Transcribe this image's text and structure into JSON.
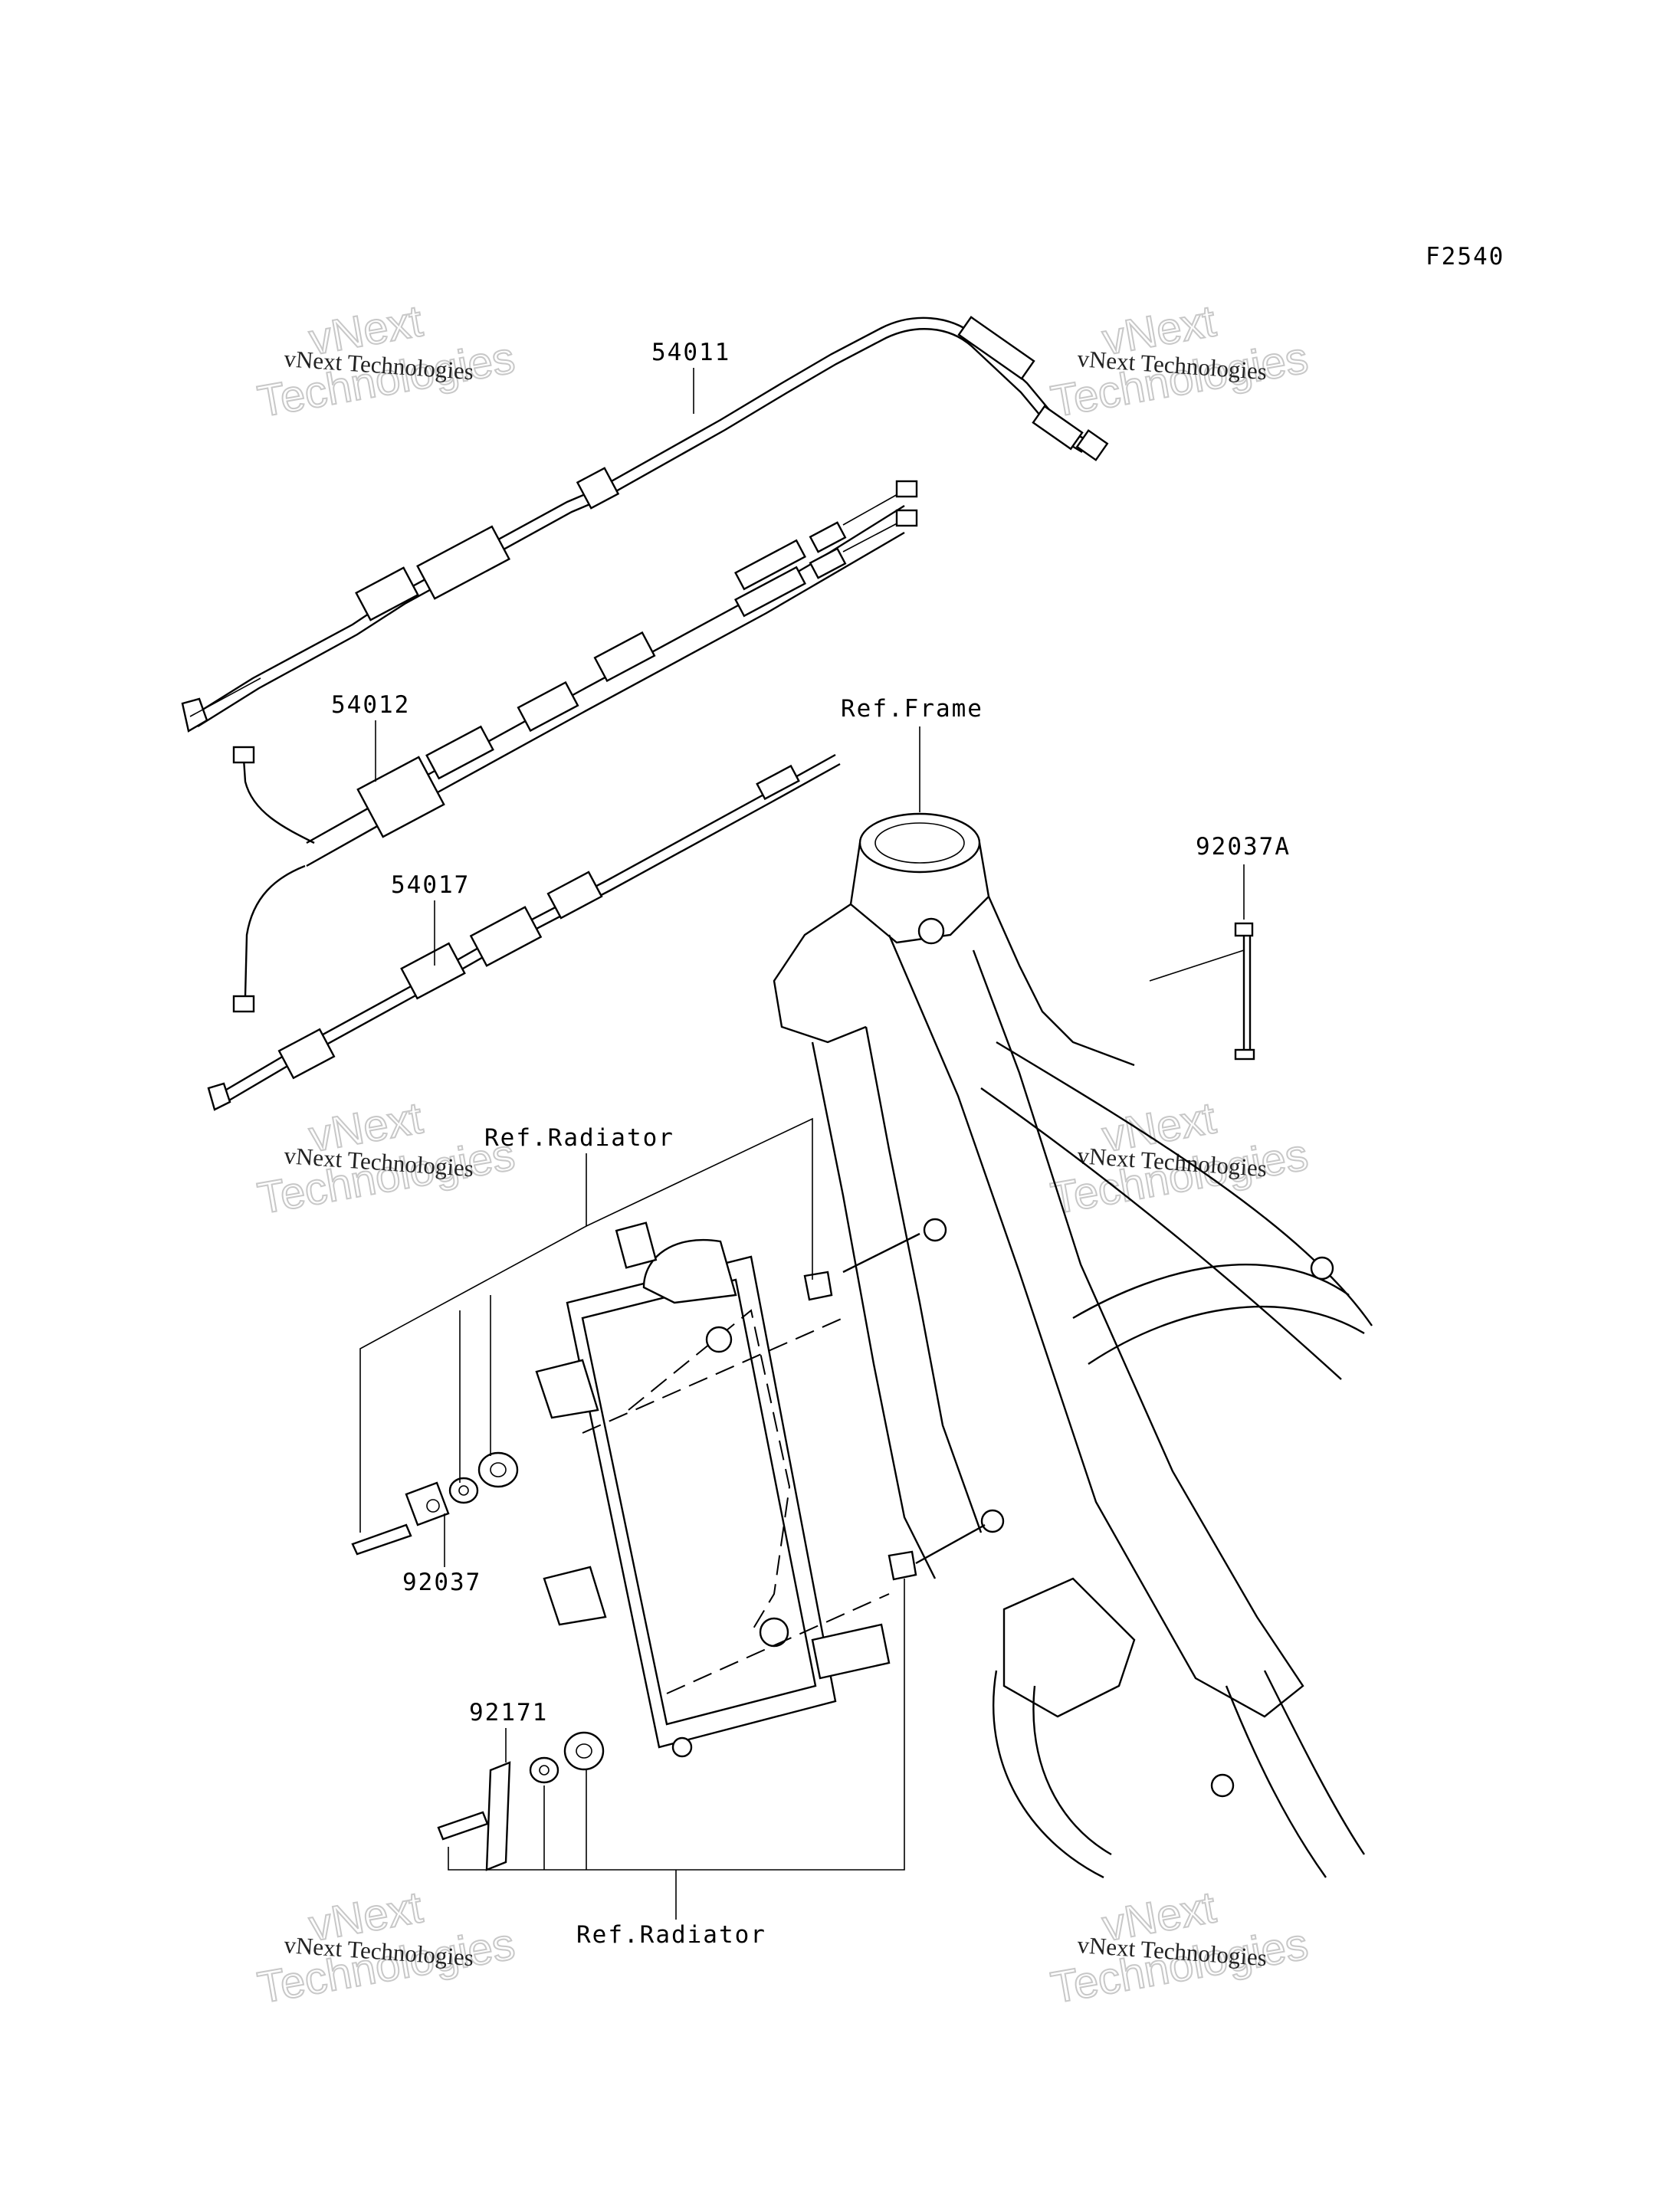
{
  "figure_code": "F2540",
  "callouts": {
    "throttle_cable": "54011",
    "throttle_cable_dual": "54012",
    "clutch_cable": "54017",
    "ref_frame": "Ref.Frame",
    "clamp_top": "92037A",
    "ref_radiator_top": "Ref.Radiator",
    "clamp_bottom": "92037",
    "bracket": "92171",
    "ref_radiator_bottom": "Ref.Radiator"
  },
  "watermarks": [
    {
      "line1": "vNext Technologies",
      "line2": "vNext",
      "line3": "Technologies"
    },
    {
      "line1": "vNext Technologies",
      "line2": "vNext",
      "line3": "Technologies"
    },
    {
      "line1": "vNext Technologies",
      "line2": "vNext",
      "line3": "Technologies"
    },
    {
      "line1": "vNext Technologies",
      "line2": "vNext",
      "line3": "Technologies"
    },
    {
      "line1": "vNext Technologies",
      "line2": "vNext",
      "line3": "Technologies"
    },
    {
      "line1": "vNext Technologies",
      "line2": "vNext",
      "line3": "Technologies"
    }
  ]
}
